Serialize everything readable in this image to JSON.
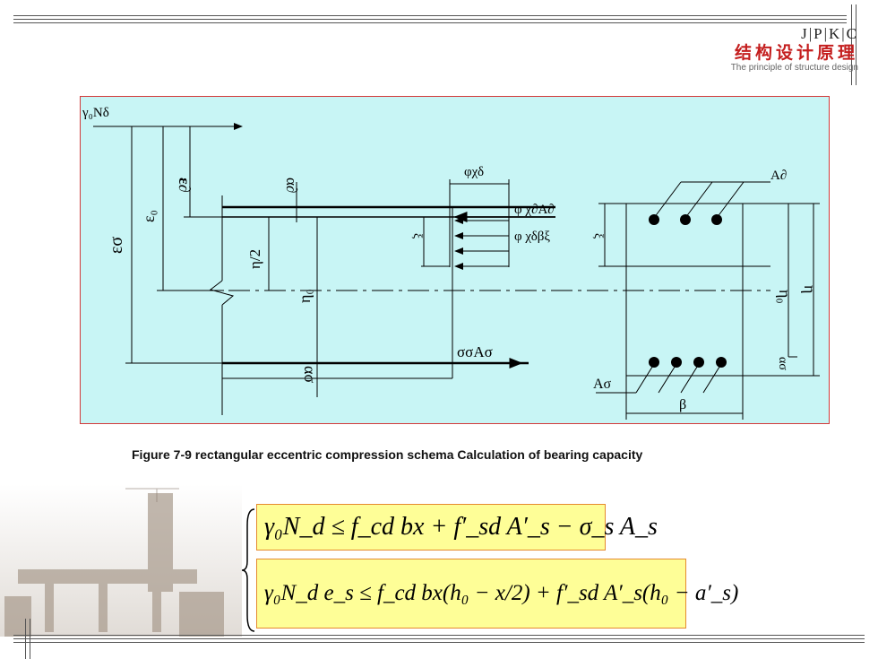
{
  "header": {
    "logo_mark": "J|P|K|C",
    "logo_cn": "结构设计原理",
    "logo_en": "The principle of structure design"
  },
  "diagram": {
    "labels": {
      "top_force": "γ₀Nδ",
      "e_sigma": "εσ",
      "e_zero": "ε₀",
      "e_prime": "ε∂",
      "a_prime": "α∂",
      "h_half": "η/2",
      "h_zero_left": "η₀",
      "a_sigma": "ασ",
      "sigma_force": "σσAσ",
      "width_label": "φχδ",
      "force_top": "φ χ∂A∂",
      "force_mid": "φ χδβξ",
      "xi_left": "ξ",
      "xi_right": "ξ",
      "a_top_right": "A∂",
      "a_bottom_right": "Aσ",
      "h_zero_right": "η₀",
      "h_right": "η",
      "a_small_right": "ασ",
      "b_label": "β"
    }
  },
  "caption": "Figure 7-9 rectangular eccentric compression schema Calculation of bearing capacity",
  "equations": {
    "eq1": "γ₀N_d ≤ f_cd bx + f′_sd A′_s − σ_s A_s",
    "eq2": "γ₀N_d e_s ≤ f_cd bx(h₀ − x/2) + f′_sd A′_s(h₀ − a′_s)"
  },
  "colors": {
    "panel_bg": "#c8f5f5",
    "panel_border": "#d23a3a",
    "eq_bg": "#fefe97",
    "eq_border": "#e58a2f",
    "logo_red": "#c41e1e"
  }
}
